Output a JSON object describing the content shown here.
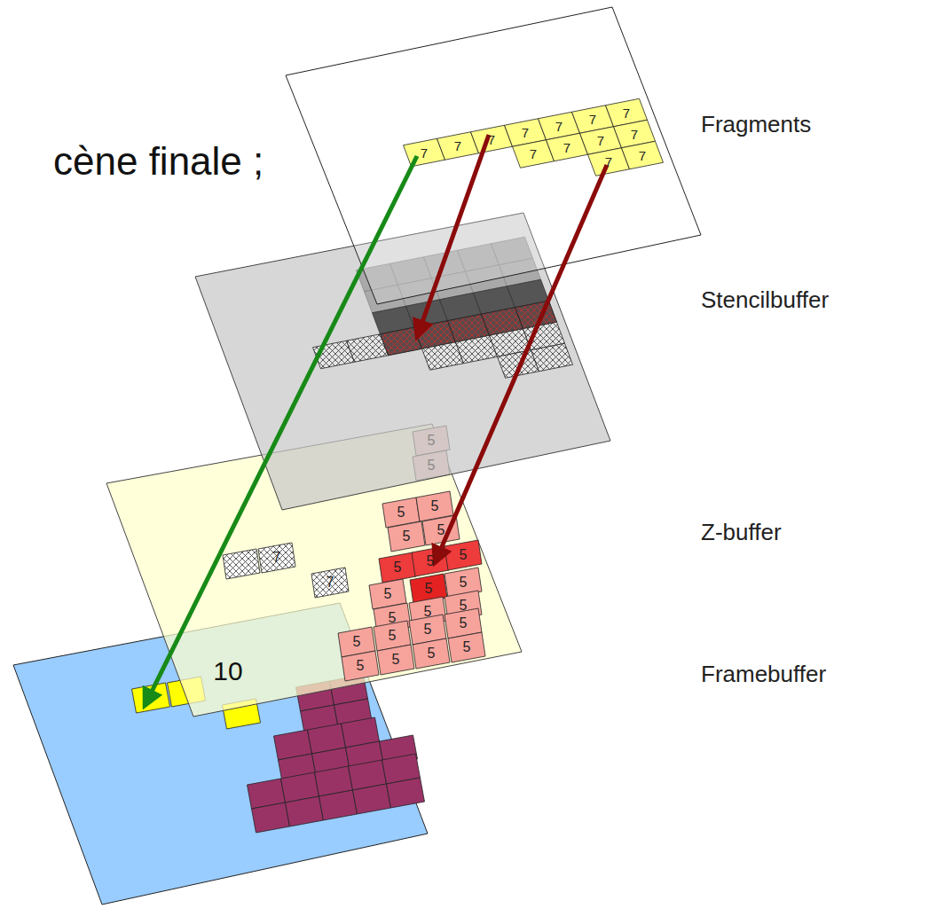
{
  "diagram": {
    "labels": [
      "cène finale ;",
      "Fragments",
      "Stencilbuffer",
      "Z-buffer",
      "Framebuffer",
      "7",
      "7",
      "7",
      "7",
      "7",
      "7",
      "7",
      "7",
      "7",
      "7",
      "7",
      "7",
      "7",
      "5",
      "5",
      "5",
      "5",
      "5",
      "5",
      "5",
      "5",
      "5",
      "5",
      "5",
      "5",
      "5",
      "5",
      "5",
      "5",
      "5",
      "5",
      "5",
      "5",
      "5",
      "5",
      "5",
      "7",
      "7",
      "10"
    ]
  }
}
